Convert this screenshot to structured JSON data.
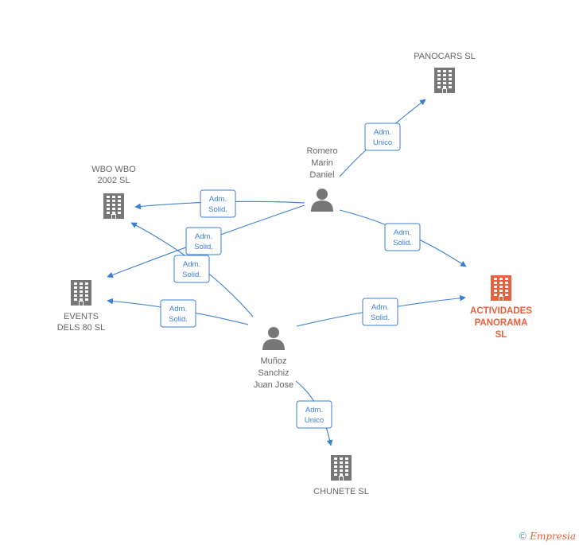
{
  "colors": {
    "edge": "#3a7fd5",
    "company": "#777777",
    "company_main": "#e8603c",
    "person": "#777777"
  },
  "nodes": [
    {
      "id": "panocars",
      "type": "company",
      "lines": [
        "PANOCARS  SL"
      ],
      "label_pos": "above"
    },
    {
      "id": "wbo",
      "type": "company",
      "lines": [
        "WBO WBO",
        "2002  SL"
      ],
      "label_pos": "above"
    },
    {
      "id": "events",
      "type": "company",
      "lines": [
        "EVENTS",
        "DELS 80  SL"
      ],
      "label_pos": "below"
    },
    {
      "id": "actividades",
      "type": "company_main",
      "lines": [
        "ACTIVIDADES",
        "PANORAMA",
        "SL"
      ],
      "label_pos": "below"
    },
    {
      "id": "chunete",
      "type": "company",
      "lines": [
        "CHUNETE  SL"
      ],
      "label_pos": "below"
    },
    {
      "id": "romero",
      "type": "person",
      "lines": [
        "Romero",
        "Marin",
        "Daniel"
      ],
      "label_pos": "above"
    },
    {
      "id": "munoz",
      "type": "person",
      "lines": [
        "Muñoz",
        "Sanchiz",
        "Juan Jose"
      ],
      "label_pos": "below"
    }
  ],
  "edges": [
    {
      "from": "romero",
      "to": "panocars",
      "label": [
        "Adm.",
        "Unico"
      ]
    },
    {
      "from": "romero",
      "to": "wbo",
      "label": [
        "Adm.",
        "Solid."
      ]
    },
    {
      "from": "romero",
      "to": "events",
      "label": [
        "Adm.",
        "Solid."
      ]
    },
    {
      "from": "romero",
      "to": "actividades",
      "label": [
        "Adm.",
        "Solid."
      ]
    },
    {
      "from": "munoz",
      "to": "wbo",
      "label": [
        "Adm.",
        "Solid."
      ]
    },
    {
      "from": "munoz",
      "to": "events",
      "label": [
        "Adm.",
        "Solid."
      ]
    },
    {
      "from": "munoz",
      "to": "actividades",
      "label": [
        "Adm.",
        "Solid."
      ]
    },
    {
      "from": "munoz",
      "to": "chunete",
      "label": [
        "Adm.",
        "Unico"
      ]
    }
  ],
  "brand": {
    "copyright": "©",
    "name": "Empresia"
  }
}
